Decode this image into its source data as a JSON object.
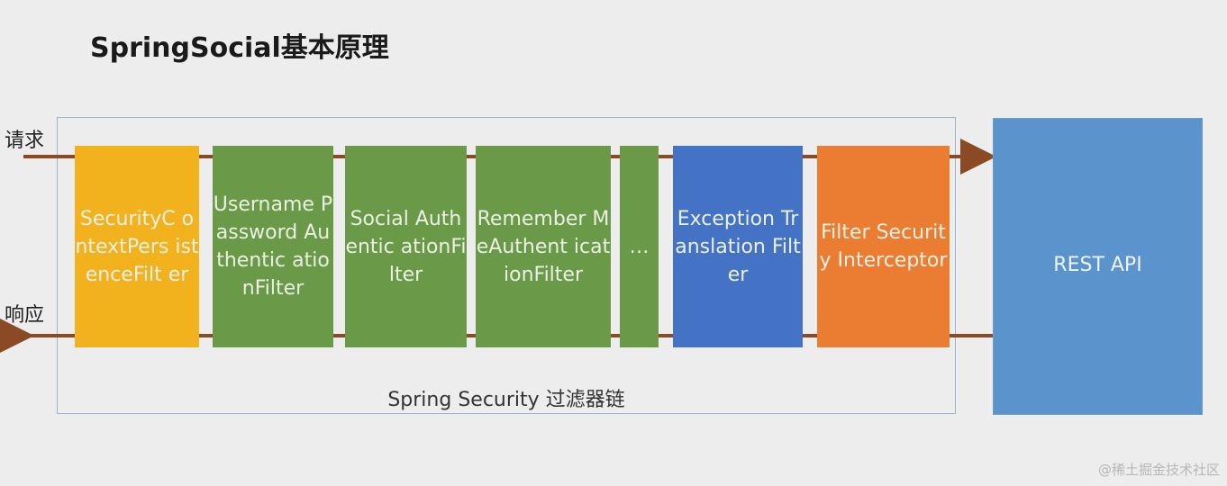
{
  "title": "SpringSocial基本原理",
  "request_label": "请求",
  "response_label": "响应",
  "chain_label": "Spring Security 过滤器链",
  "filters": [
    {
      "text": "SecurityC ontextPers istenceFilt er",
      "color": "#f2b21e"
    },
    {
      "text": "Username Password Authentic ationFilter",
      "color": "#6a9a47"
    },
    {
      "text": "Social Authentic ationFilter",
      "color": "#6a9a47"
    },
    {
      "text": "Remember MeAuthent icationFilter",
      "color": "#6a9a47"
    },
    {
      "text": "…",
      "color": "#6a9a47"
    },
    {
      "text": "Exception Translation Filter",
      "color": "#4472c4"
    },
    {
      "text": "Filter Security Interceptor",
      "color": "#ea7d32"
    }
  ],
  "rest_api": "REST API",
  "watermark": "@稀土掘金技术社区",
  "colors": {
    "arrow": "#8b4a24",
    "chain_border": "#9db3cc",
    "rest_bg": "#5b93cc"
  }
}
